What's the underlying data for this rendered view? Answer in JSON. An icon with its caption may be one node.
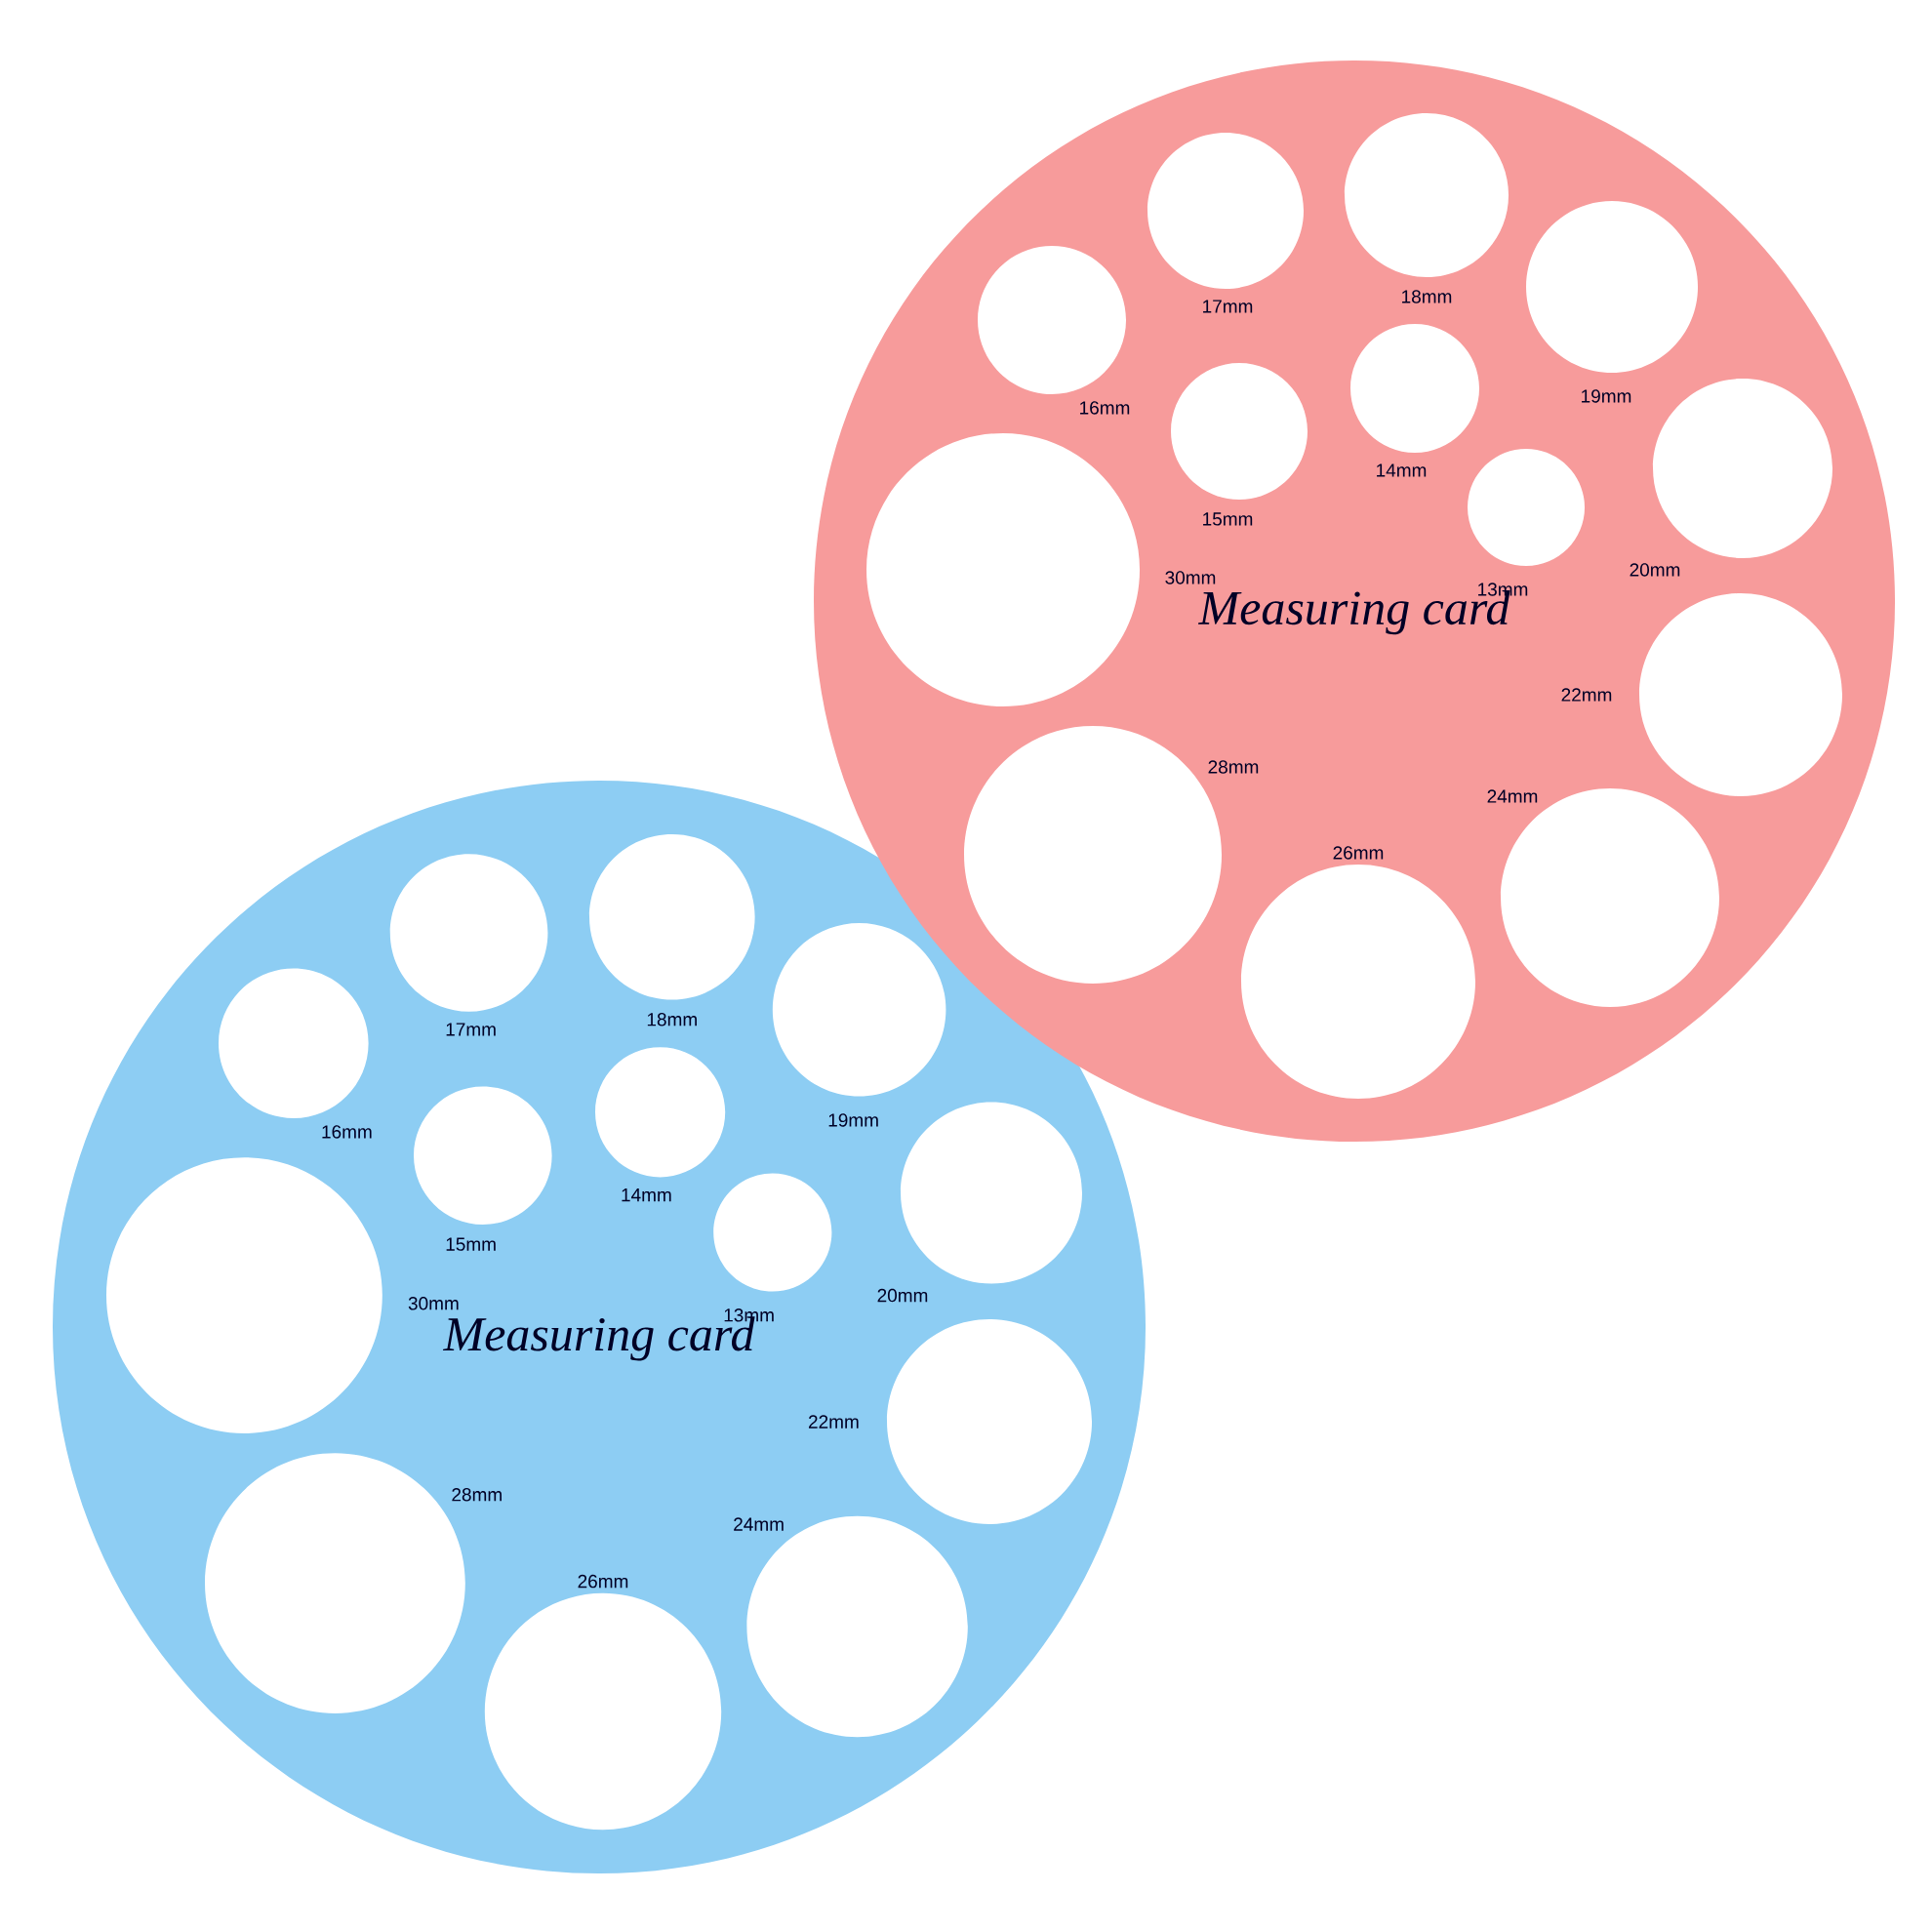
{
  "diagram": {
    "nodes": [
      {
        "text": [
          "Measuring card"
        ]
      },
      {
        "text": [
          "Measuring card"
        ]
      }
    ],
    "labels": [
      "17mm",
      "18mm",
      "19mm",
      "16mm",
      "14mm",
      "15mm",
      "13mm",
      "20mm",
      "30mm",
      "22mm",
      "28mm",
      "24mm",
      "26mm",
      "17mm",
      "18mm",
      "19mm",
      "16mm",
      "14mm",
      "15mm",
      "13mm",
      "20mm",
      "30mm",
      "22mm",
      "28mm",
      "24mm",
      "26mm"
    ]
  }
}
